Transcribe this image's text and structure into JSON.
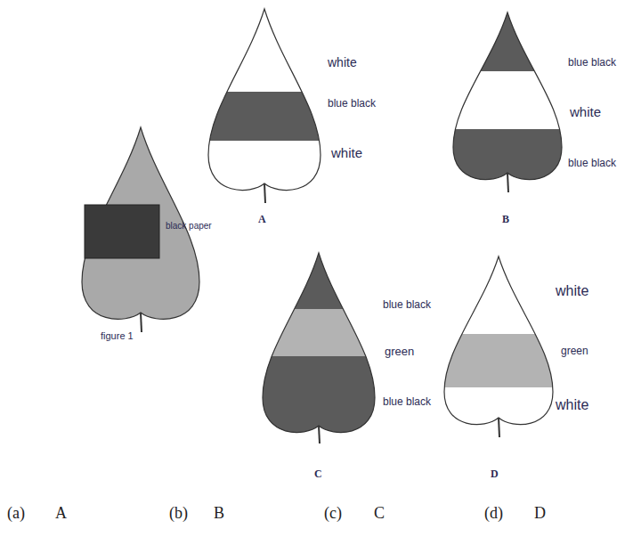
{
  "diagram": {
    "labels": [
      "black paper",
      "figure 1",
      "white",
      "blue black",
      "white",
      "A",
      "blue black",
      "white",
      "blue black",
      "B",
      "blue black",
      "green",
      "blue black",
      "C",
      "white",
      "green",
      "white",
      "D",
      "(a)",
      "A",
      "(b)",
      "B",
      "(c)",
      "C",
      "(d)",
      "D"
    ]
  }
}
